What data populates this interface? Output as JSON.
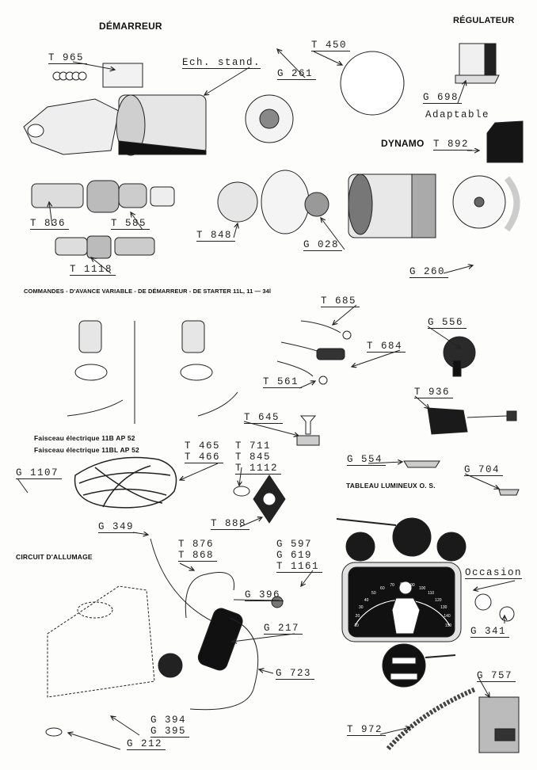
{
  "sections": {
    "demarreur": "DÉMARREUR",
    "regulateur": "RÉGULATEUR",
    "dynamo": "DYNAMO",
    "commandes": "COMMANDES  -  D'AVANCE VARIABLE  -  DE DÉMARREUR  -  DE STARTER 11L, 11 — 34l",
    "faisceau_1": "Faisceau électrique 11B AP 52",
    "faisceau_2": "Faisceau électrique 11BL AP 52",
    "circuit": "CIRCUIT  D'ALLUMAGE",
    "tableau": "TABLEAU  LUMINEUX  O. S."
  },
  "notes": {
    "ech_stand": "Ech. stand.",
    "adaptable": "Adaptable",
    "occasion": "Occasion"
  },
  "refs": {
    "t965": "T 965",
    "t450": "T 450",
    "g261": "G 261",
    "g698": "G 698",
    "t892": "T 892",
    "t836": "T 836",
    "t585": "T 585",
    "t1118": "T 1118",
    "t848": "T 848",
    "g028": "G 028",
    "g260": "G 260",
    "t685": "T 685",
    "t684": "T 684",
    "t561": "T 561",
    "g556": "G 556",
    "t936": "T 936",
    "t645": "T 645",
    "t465": "T 465",
    "t466": "T 466",
    "t711": "T 711",
    "t845": "T 845",
    "t1112": "T 1112",
    "g1107": "G 1107",
    "t888": "T 888",
    "g554": "G 554",
    "g704": "G 704",
    "g349": "G 349",
    "t876": "T 876",
    "t868": "T 868",
    "g597": "G 597",
    "g619": "G 619",
    "t1161": "T 1161",
    "g396": "G 396",
    "g217": "G 217",
    "g723": "G 723",
    "g341": "G 341",
    "g757": "G 757",
    "t972": "T 972",
    "g394": "G 394",
    "g395": "G 395",
    "g212": "G 212"
  },
  "speedometer_scale": [
    "10",
    "20",
    "30",
    "40",
    "50",
    "60",
    "70",
    "80",
    "90",
    "100",
    "110",
    "120",
    "130",
    "140",
    "150"
  ]
}
